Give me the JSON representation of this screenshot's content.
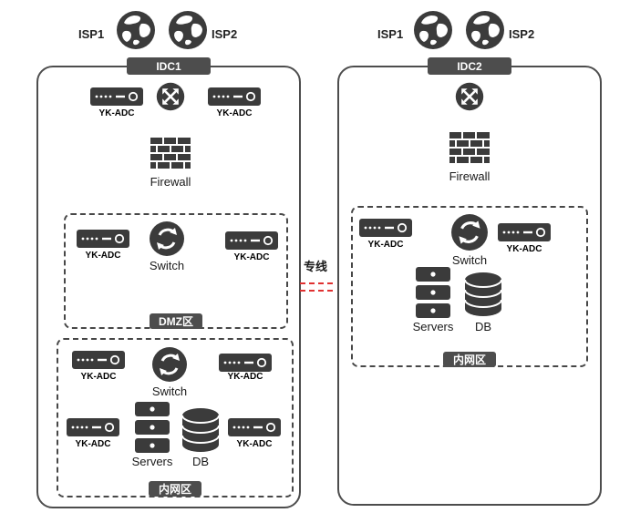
{
  "idc1": {
    "title": "IDC1",
    "isp_labels": [
      "ISP1",
      "ISP2"
    ],
    "top_adcs": [
      "YK-ADC",
      "YK-ADC"
    ],
    "firewall_label": "Firewall",
    "dmz": {
      "zone_label": "DMZ区",
      "adcs": [
        "YK-ADC",
        "YK-ADC"
      ],
      "switch_label": "Switch"
    },
    "intranet": {
      "zone_label": "内网区",
      "top_adcs": [
        "YK-ADC",
        "YK-ADC"
      ],
      "switch_label": "Switch",
      "bottom_adcs": [
        "YK-ADC",
        "YK-ADC"
      ],
      "servers_label": "Servers",
      "db_label": "DB"
    }
  },
  "link": {
    "label": "专线",
    "line_color": "#e03131"
  },
  "idc2": {
    "title": "IDC2",
    "isp_labels": [
      "ISP1",
      "ISP2"
    ],
    "firewall_label": "Firewall",
    "intranet": {
      "zone_label": "内网区",
      "adcs": [
        "YK-ADC",
        "YK-ADC"
      ],
      "switch_label": "Switch",
      "servers_label": "Servers",
      "db_label": "DB"
    }
  },
  "colors": {
    "icon": "#3b3b3b",
    "badge_bg": "#4d4d4d",
    "container_border": "#4d4d4d"
  }
}
